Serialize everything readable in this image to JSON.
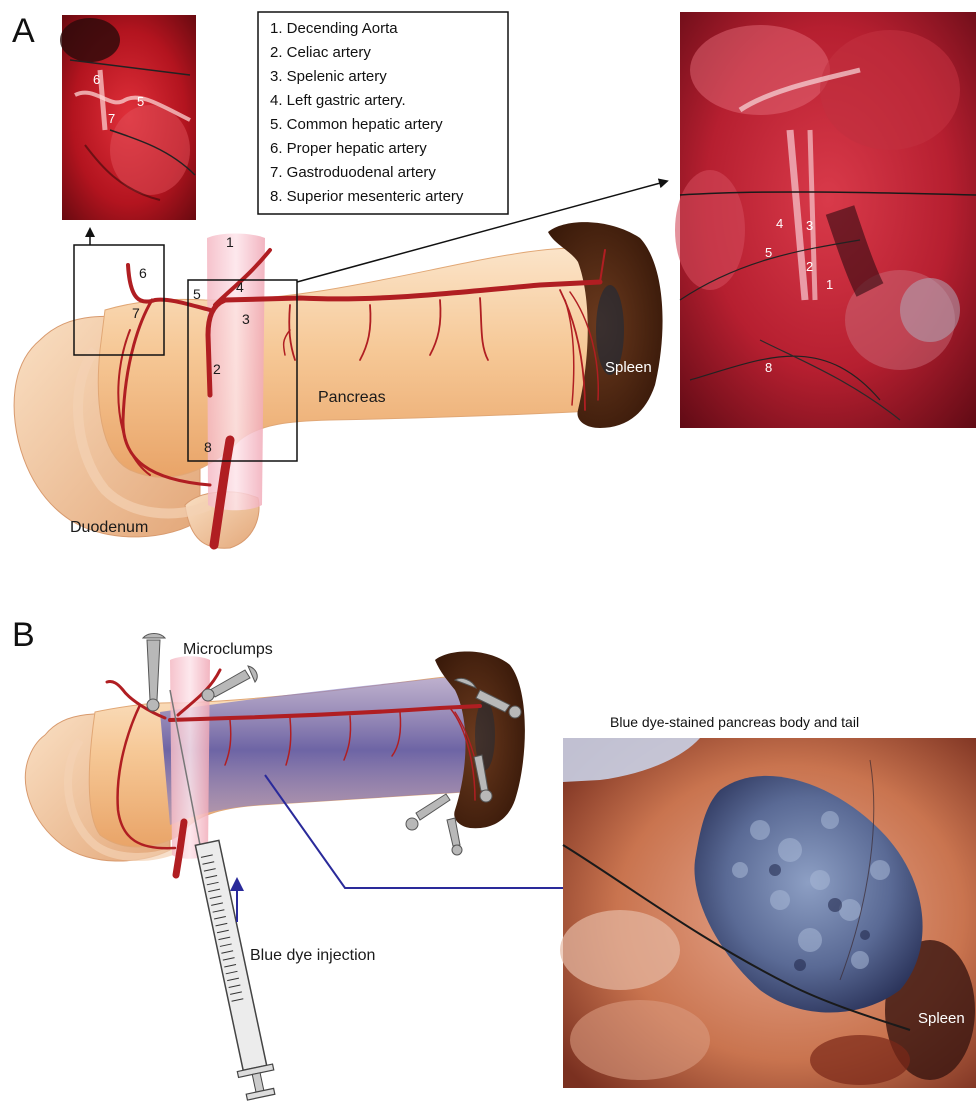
{
  "panels": {
    "a": {
      "letter": "A"
    },
    "b": {
      "letter": "B"
    }
  },
  "legend": {
    "items": [
      "1. Decending Aorta",
      "2. Celiac artery",
      "3. Spelenic artery",
      "4. Left gastric artery.",
      "5. Common hepatic artery",
      "6. Proper hepatic artery",
      "7. Gastroduodenal artery",
      "8. Superior mesenteric artery"
    ]
  },
  "labels": {
    "pancreas": "Pancreas",
    "spleen": "Spleen",
    "duodenum": "Duodenum",
    "microclumps": "Microclumps",
    "blue_dye_injection": "Blue dye injection",
    "stained_caption": "Blue dye-stained pancreas body and tail",
    "photo_spleen": "Spleen"
  },
  "vessel_numbers": {
    "n1": "1",
    "n2": "2",
    "n3": "3",
    "n4": "4",
    "n5": "5",
    "n6": "6",
    "n7": "7",
    "n8": "8"
  },
  "photo_numbers": {
    "top_left": {
      "n6": "6",
      "n5": "5",
      "n7": "7"
    },
    "top_right": {
      "n4": "4",
      "n3": "3",
      "n5": "5",
      "n2": "2",
      "n1": "1",
      "n8": "8"
    }
  },
  "colors": {
    "artery": "#b01e22",
    "pancreas": "#f3c08e",
    "spleen": "#4a2410",
    "aorta": "#f2b3c0",
    "dye": "#4a4aa8",
    "arrow_blue": "#2a2a9a"
  }
}
